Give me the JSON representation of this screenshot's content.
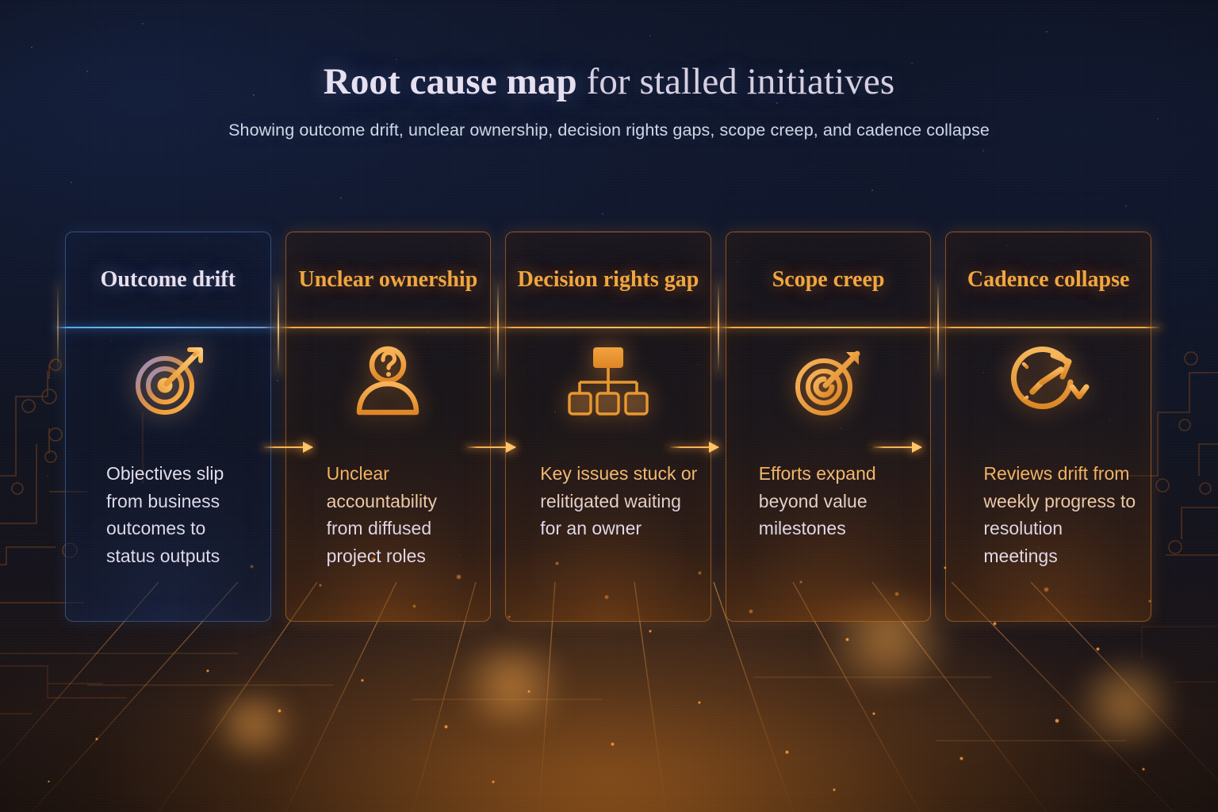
{
  "header": {
    "title_strong": "Root cause map",
    "title_light": " for stalled initiatives",
    "subtitle": "Showing outcome drift, unclear ownership, decision rights gaps, scope creep, and cadence collapse"
  },
  "theme": {
    "accent_orange": "#f0a43c",
    "accent_bright": "#ffc069",
    "accent_blue": "#78c3ff",
    "title_color": "#e6dff0",
    "body_text_top": "#f2a33f",
    "body_text_bottom": "#e4dced",
    "background_dark": "#080b16"
  },
  "cards": [
    {
      "title": "Outcome drift",
      "icon": "target-arrow-icon",
      "body": "Objectives slip from business outcomes to status outputs",
      "accent": "#e8dfee"
    },
    {
      "title": "Unclear ownership",
      "icon": "person-question-icon",
      "body": "Unclear accountability from diffused project roles",
      "accent": "#f0a43c"
    },
    {
      "title": "Decision rights gap",
      "icon": "org-chart-icon",
      "body": "Key issues stuck or relitigated waiting for an owner",
      "accent": "#f0a43c"
    },
    {
      "title": "Scope creep",
      "icon": "target-dart-icon",
      "body": "Efforts expand beyond value milestones",
      "accent": "#f0a43c"
    },
    {
      "title": "Cadence collapse",
      "icon": "clock-decline-icon",
      "body": "Reviews drift from weekly progress to resolution meetings",
      "accent": "#f0a43c"
    }
  ],
  "connectors": [
    {
      "name": "arrow-1-to-2"
    },
    {
      "name": "arrow-2-to-3"
    },
    {
      "name": "arrow-3-to-4"
    },
    {
      "name": "arrow-4-to-5"
    }
  ]
}
